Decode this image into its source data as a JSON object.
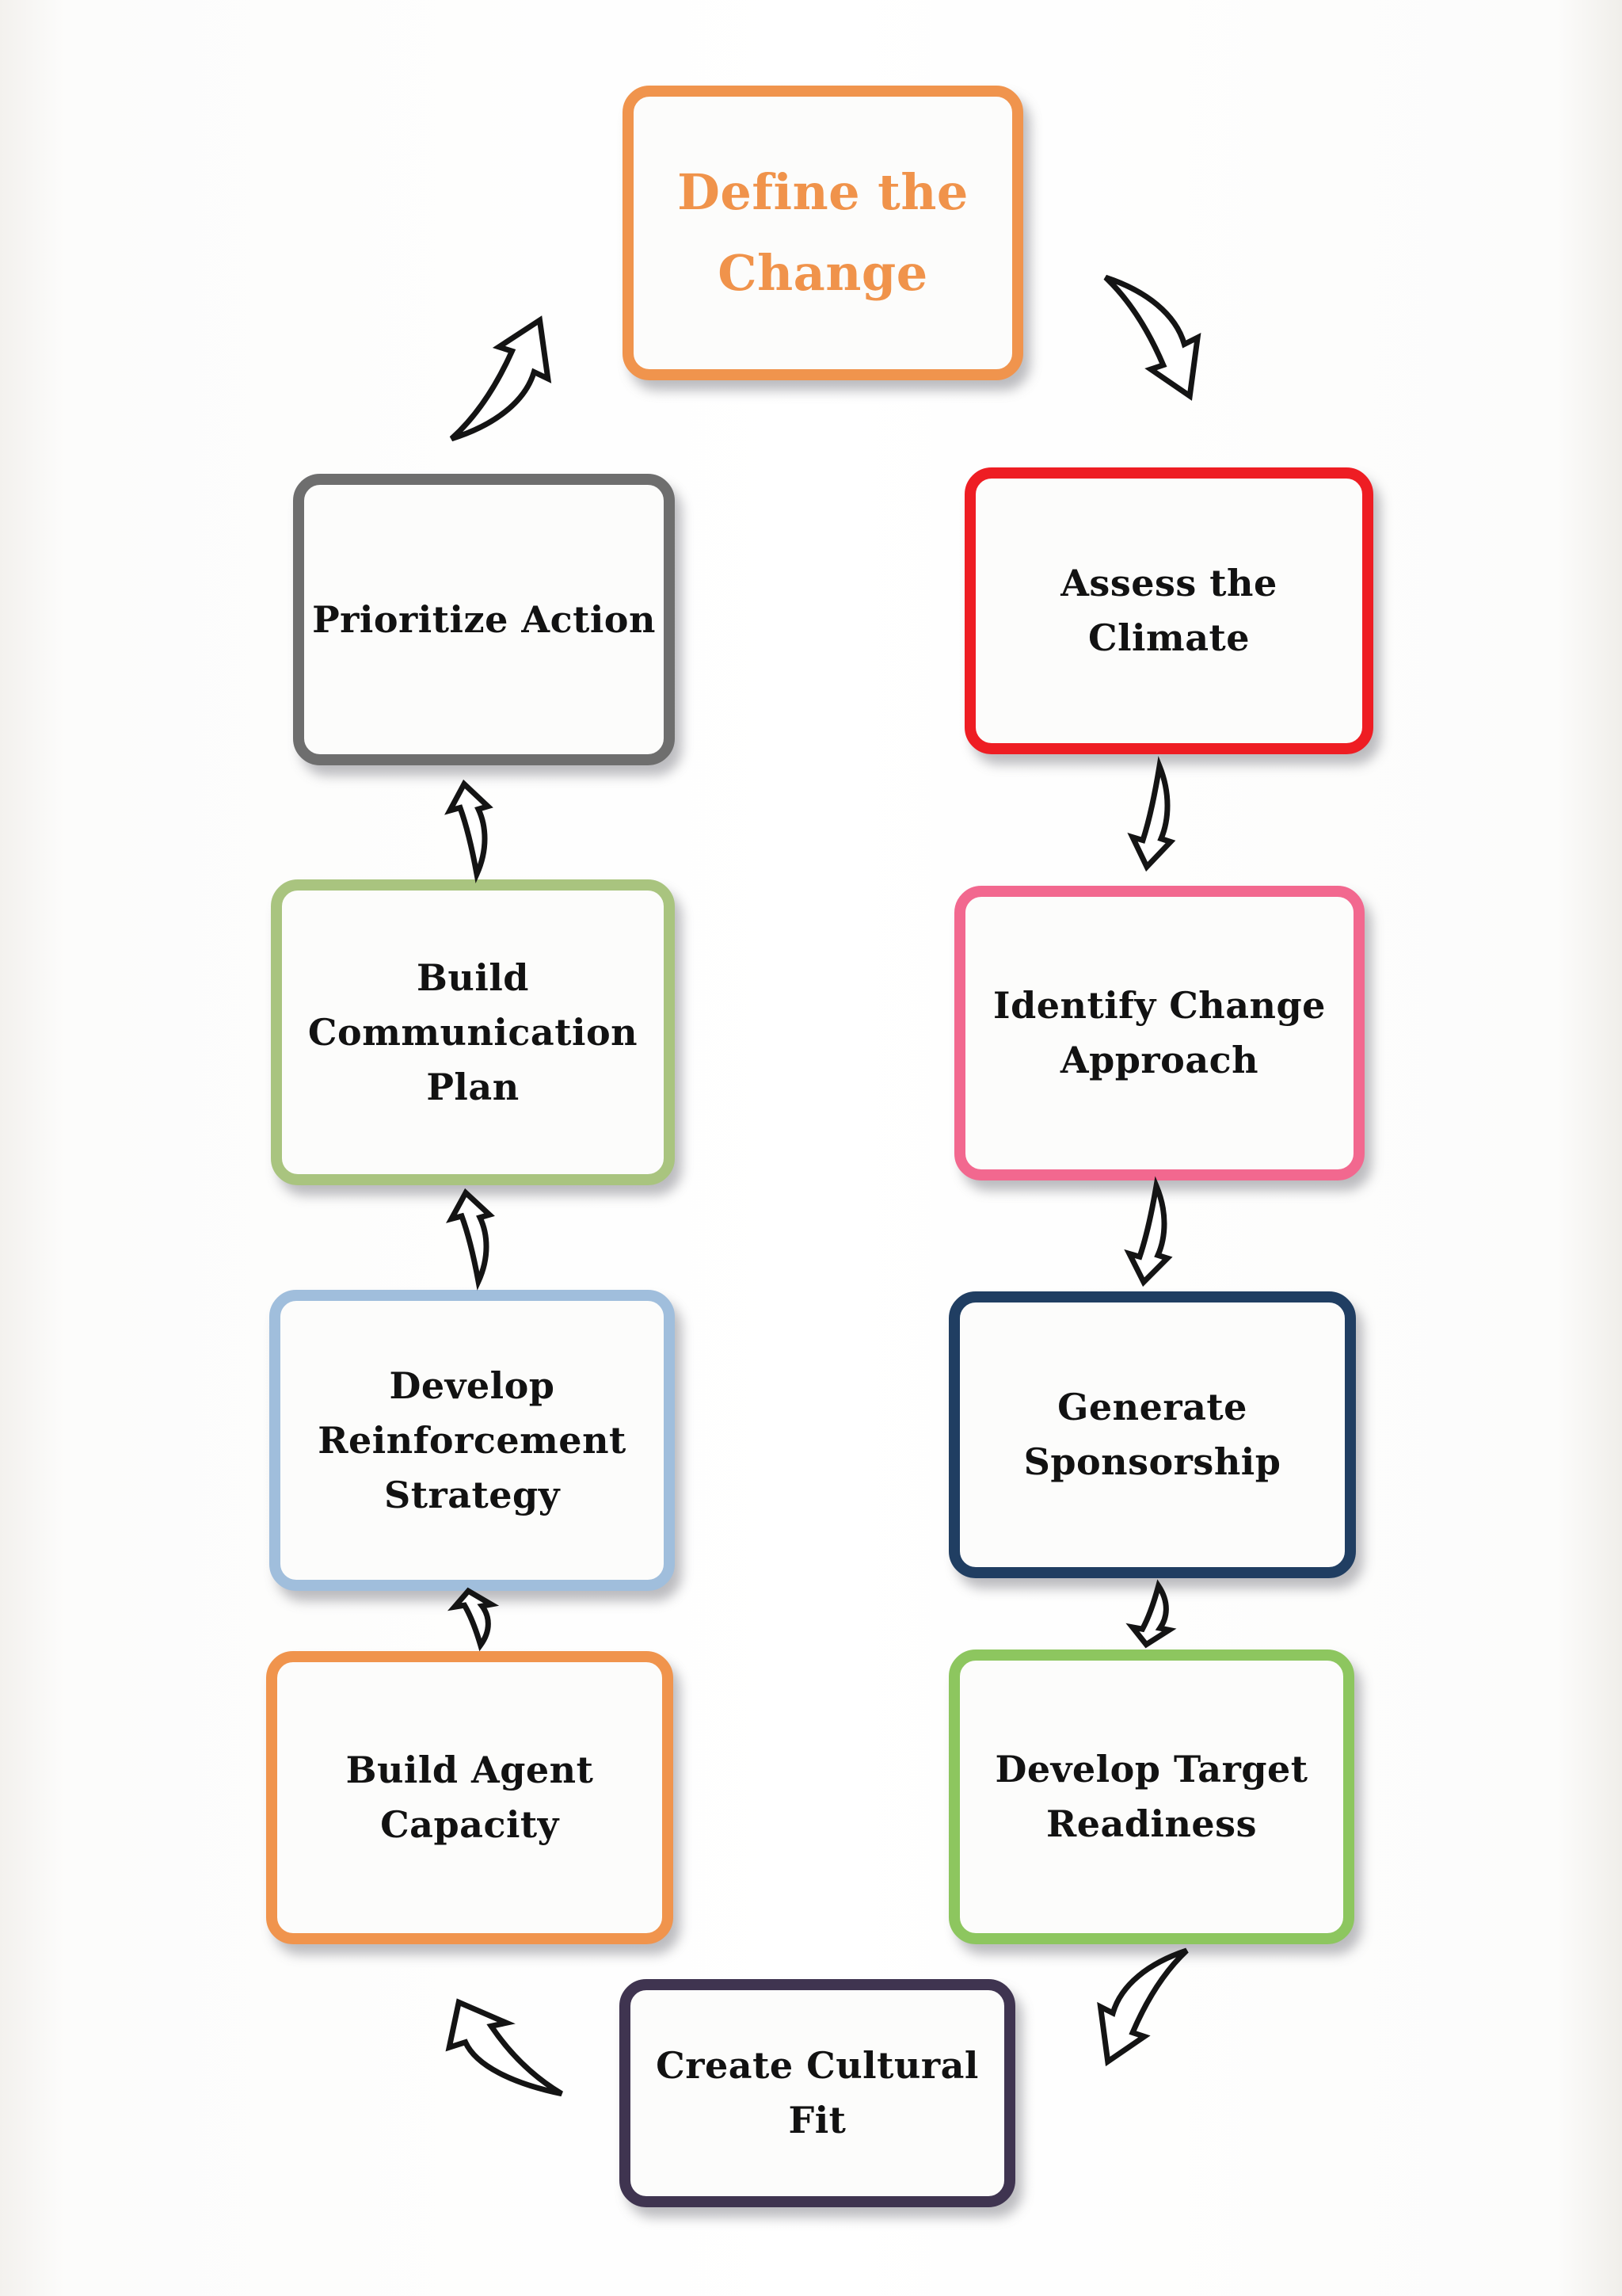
{
  "diagram": {
    "boxes": [
      {
        "id": "define-change",
        "label": "Define the\nChange",
        "border_color": "#F0944D",
        "text_color": "#F0934B"
      },
      {
        "id": "assess-climate",
        "label": "Assess the\nClimate",
        "border_color": "#EE1D23",
        "text_color": "#121212"
      },
      {
        "id": "identify-approach",
        "label": "Identify Change\nApproach",
        "border_color": "#F2688F",
        "text_color": "#121212"
      },
      {
        "id": "generate-sponsorship",
        "label": "Generate\nSponsorship",
        "border_color": "#203E62",
        "text_color": "#121212"
      },
      {
        "id": "develop-target-readiness",
        "label": "Develop Target\nReadiness",
        "border_color": "#8DC65F",
        "text_color": "#121212"
      },
      {
        "id": "create-cultural-fit",
        "label": "Create Cultural\nFit",
        "border_color": "#3F3450",
        "text_color": "#121212"
      },
      {
        "id": "build-agent-capacity",
        "label": "Build Agent\nCapacity",
        "border_color": "#F0944D",
        "text_color": "#121212"
      },
      {
        "id": "develop-reinforcement-strategy",
        "label": "Develop\nReinforcement\nStrategy",
        "border_color": "#A0BEDC",
        "text_color": "#121212"
      },
      {
        "id": "build-communication-plan",
        "label": "Build\nCommunication\nPlan",
        "border_color": "#A9C47F",
        "text_color": "#121212"
      },
      {
        "id": "prioritize-action",
        "label": "Prioritize Action",
        "border_color": "#6E6E6E",
        "text_color": "#121212"
      }
    ],
    "arrows": [
      {
        "from": "define-change",
        "to": "assess-climate",
        "style": "large-curved",
        "direction": "down-right"
      },
      {
        "from": "assess-climate",
        "to": "identify-approach",
        "style": "small-curved",
        "direction": "down"
      },
      {
        "from": "identify-approach",
        "to": "generate-sponsorship",
        "style": "small-curved",
        "direction": "down"
      },
      {
        "from": "generate-sponsorship",
        "to": "develop-target-readiness",
        "style": "small-curved",
        "direction": "down"
      },
      {
        "from": "develop-target-readiness",
        "to": "create-cultural-fit",
        "style": "large-curved",
        "direction": "down-left"
      },
      {
        "from": "create-cultural-fit",
        "to": "build-agent-capacity",
        "style": "large-curved",
        "direction": "up-left"
      },
      {
        "from": "build-agent-capacity",
        "to": "develop-reinforcement-strategy",
        "style": "small-curved",
        "direction": "up"
      },
      {
        "from": "develop-reinforcement-strategy",
        "to": "build-communication-plan",
        "style": "small-curved",
        "direction": "up"
      },
      {
        "from": "build-communication-plan",
        "to": "prioritize-action",
        "style": "small-curved",
        "direction": "up"
      },
      {
        "from": "prioritize-action",
        "to": "define-change",
        "style": "large-curved",
        "direction": "up-right"
      }
    ],
    "arrow_stroke_color": "#141414",
    "background_color": "#ffffff"
  }
}
